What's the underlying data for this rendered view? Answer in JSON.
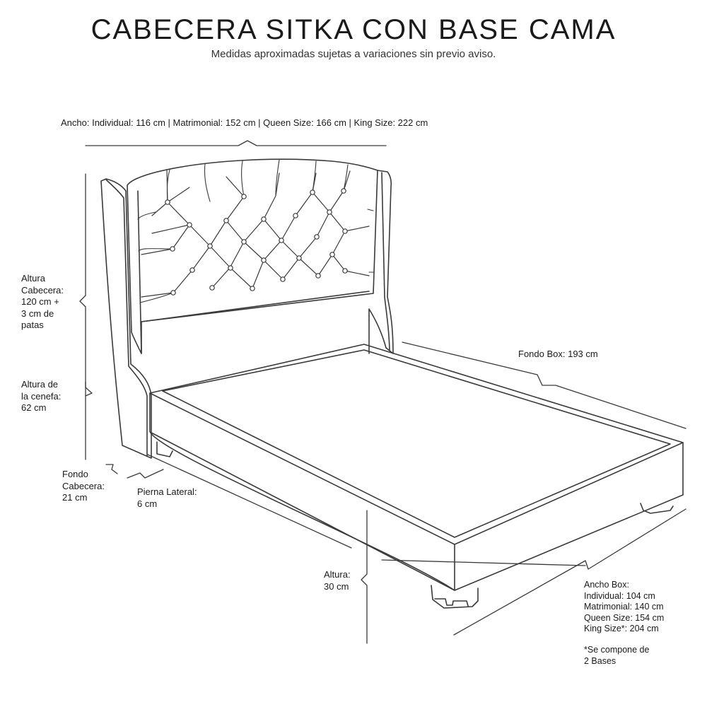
{
  "title": "CABECERA SITKA CON BASE CAMA",
  "subtitle": "Medidas aproximadas sujetas a variaciones sin previo aviso.",
  "line_color": "#3a3a3a",
  "labels": {
    "ancho": "Ancho: Individual: 116 cm | Matrimonial: 152 cm | Queen Size: 166 cm | King Size: 222 cm",
    "altura_cabecera": [
      "Altura",
      "Cabecera:",
      "120 cm +",
      "3 cm de",
      "patas"
    ],
    "altura_cenefa": [
      "Altura de",
      "la cenefa:",
      "62 cm"
    ],
    "fondo_cabecera": [
      "Fondo",
      "Cabecera:",
      "21 cm"
    ],
    "pierna_lateral": [
      "Pierna Lateral:",
      "6 cm"
    ],
    "fondo_box": "Fondo Box: 193 cm",
    "altura": [
      "Altura:",
      "30 cm"
    ],
    "ancho_box": [
      "Ancho Box:",
      "Individual: 104 cm",
      "Matrimonial: 140 cm",
      "Queen Size: 154 cm",
      "King Size*: 204 cm"
    ],
    "nota": [
      "*Se compone de",
      "2 Bases"
    ]
  }
}
